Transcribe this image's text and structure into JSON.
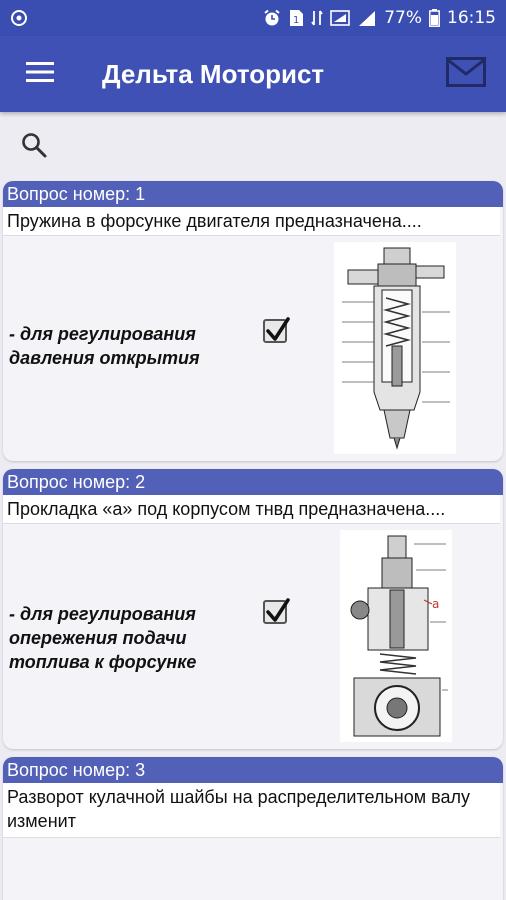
{
  "status_bar": {
    "battery": "77%",
    "time": "16:15",
    "sim_slot": "1"
  },
  "app_bar": {
    "title": "Дельта Моторист"
  },
  "colors": {
    "status_bar": "#3a4eb2",
    "app_bar": "#3f51b5",
    "card_header": "#5260b7",
    "background": "#ececf2"
  },
  "questions": [
    {
      "header": "Вопрос номер: 1",
      "text": "Пружина в форсунке двигателя предназначена....",
      "answer": "- для регулирования давления открытия",
      "checked": true
    },
    {
      "header": "Вопрос номер: 2",
      "text": "Прокладка «а» под корпусом тнвд предназначена....",
      "answer": "- для регулирования опережения подачи топлива к форсунке",
      "checked": true,
      "diagram_label": "a"
    },
    {
      "header": "Вопрос номер: 3",
      "text": "Разворот кулачной шайбы на распределительном валу изменит"
    }
  ]
}
